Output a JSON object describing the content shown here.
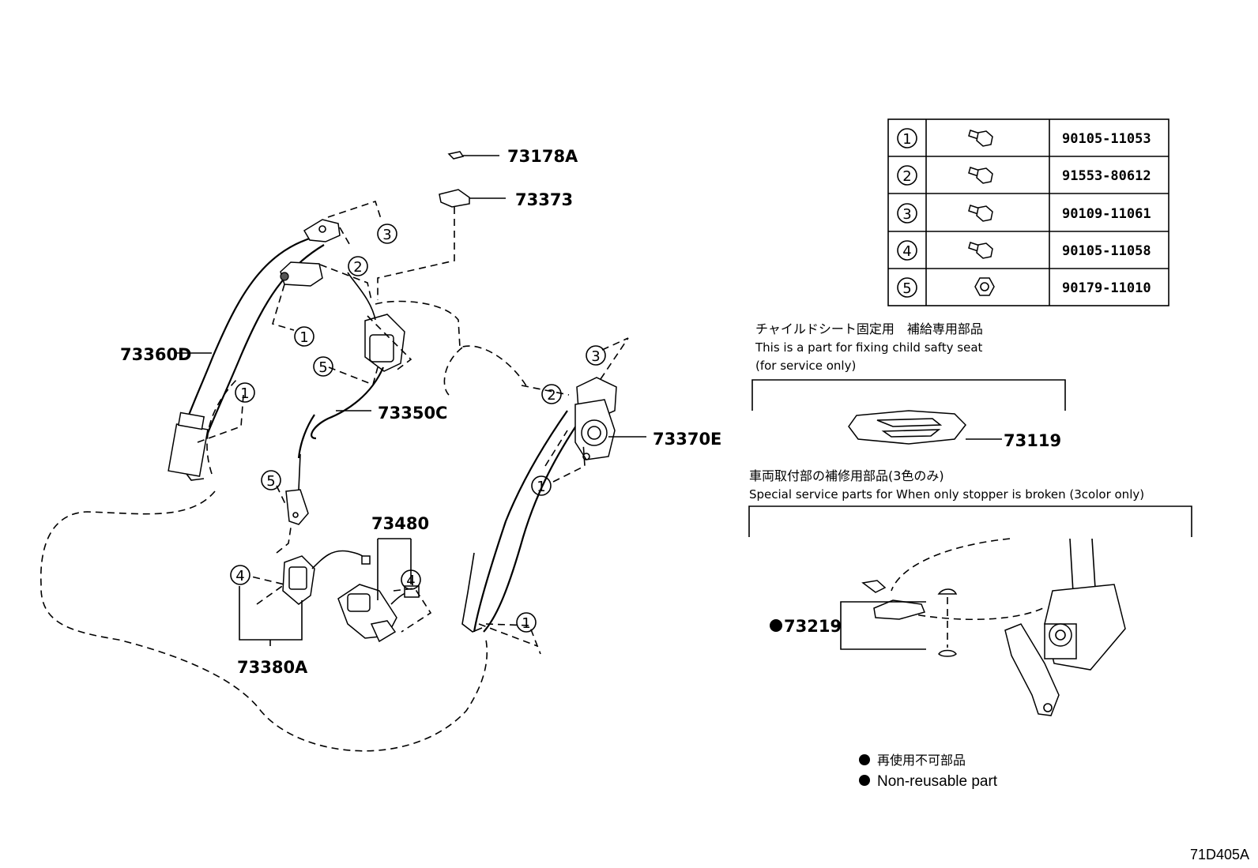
{
  "parts": {
    "p73178A": "73178A",
    "p73373": "73373",
    "p73360D": "73360D",
    "p73350C": "73350C",
    "p73370E": "73370E",
    "p73480": "73480",
    "p73380A": "73380A",
    "p73119": "73119",
    "p73219": "73219"
  },
  "callouts": {
    "c1": "1",
    "c2": "2",
    "c3": "3",
    "c4": "4",
    "c5": "5"
  },
  "fastener_table": {
    "rows": [
      {
        "num": "1",
        "icon": "bolt-icon",
        "part_no": "90105-11053"
      },
      {
        "num": "2",
        "icon": "bolt-icon",
        "part_no": "91553-80612"
      },
      {
        "num": "3",
        "icon": "bolt-icon",
        "part_no": "90109-11061"
      },
      {
        "num": "4",
        "icon": "bolt-icon",
        "part_no": "90105-11058"
      },
      {
        "num": "5",
        "icon": "nut-icon",
        "part_no": "90179-11010"
      }
    ]
  },
  "child_seat_note": {
    "jp": "チャイルドシート固定用　補給専用部品",
    "en1": "This is a part for fixing child safty seat",
    "en2": "(for service only)"
  },
  "stopper_note": {
    "jp": "車両取付部の補修用部品(3色のみ)",
    "en": "Special service parts for When only stopper is broken (3color only)"
  },
  "legend": {
    "jp": "再使用不可部品",
    "en": "Non-reusable part"
  },
  "diagram_code": "71D405A",
  "colors": {
    "line": "#000000",
    "background": "#ffffff"
  }
}
